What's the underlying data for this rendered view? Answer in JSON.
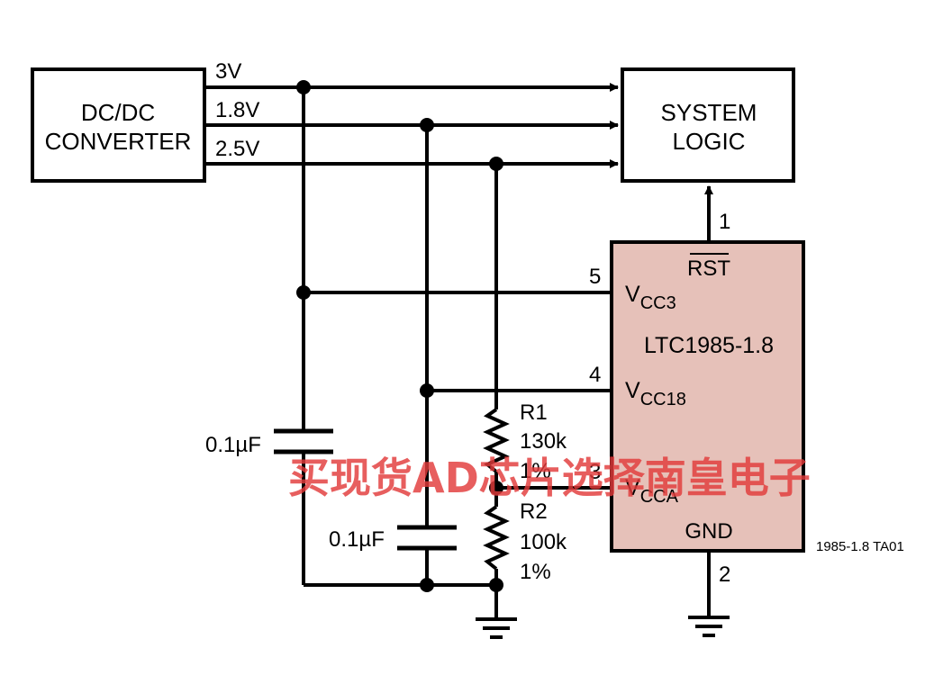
{
  "blocks": {
    "converter_line1": "DC/DC",
    "converter_line2": "CONVERTER",
    "logic_line1": "SYSTEM",
    "logic_line2": "LOGIC"
  },
  "rails": {
    "rail_3v": "3V",
    "rail_1v8": "1.8V",
    "rail_2v5": "2.5V"
  },
  "ic": {
    "part": "LTC1985-1.8",
    "rst": "RST",
    "vcc3_main": "V",
    "vcc3_sub": "CC3",
    "vcc18_main": "V",
    "vcc18_sub": "CC18",
    "vcca_main": "V",
    "vcca_sub": "CCA",
    "gnd": "GND",
    "pin1": "1",
    "pin2": "2",
    "pin3": "3",
    "pin4": "4",
    "pin5": "5"
  },
  "components": {
    "cap1": "0.1µF",
    "cap2": "0.1µF",
    "r1_name": "R1",
    "r1_value": "130k",
    "r1_tol": "1%",
    "r2_name": "R2",
    "r2_value": "100k",
    "r2_tol": "1%"
  },
  "figure_id": "1985-1.8 TA01",
  "watermark": "买现货AD芯片选择南皇电子",
  "colors": {
    "ic_fill": "#e6c1b9",
    "line": "#000000",
    "watermark": "#e23b3b"
  }
}
